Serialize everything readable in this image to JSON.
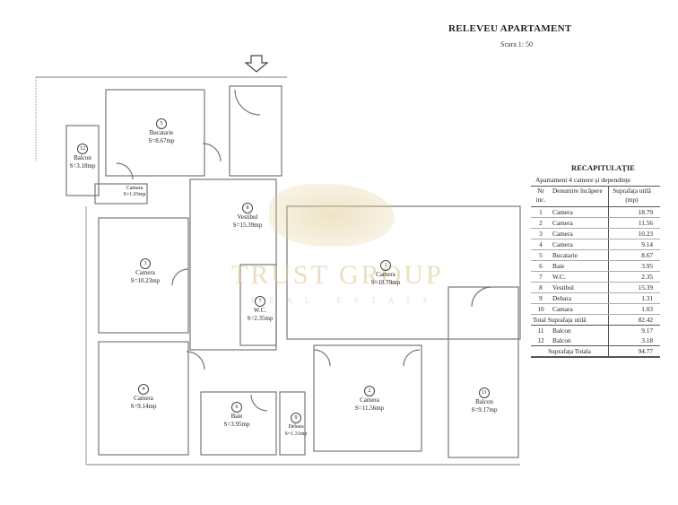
{
  "header": {
    "title": "RELEVEU APARTAMENT",
    "scale": "Scara 1: 50"
  },
  "watermark": {
    "text": "TRUST GROUP",
    "subtext": "REAL ESTATE",
    "color": "#d8c48c"
  },
  "plan": {
    "entrance_icon": "arrow-down-icon",
    "rooms": [
      {
        "num": "1",
        "name": "Camera",
        "area": "S=18.79mp"
      },
      {
        "num": "2",
        "name": "Camera",
        "area": "S=11.56mp"
      },
      {
        "num": "3",
        "name": "Camera",
        "area": "S=10.23mp"
      },
      {
        "num": "4",
        "name": "Camera",
        "area": "S=9.14mp"
      },
      {
        "num": "5",
        "name": "Bucatarie",
        "area": "S=8.67mp"
      },
      {
        "num": "6",
        "name": "Baie",
        "area": "S=3.95mp"
      },
      {
        "num": "7",
        "name": "W.C.",
        "area": "S=2.35mp"
      },
      {
        "num": "8",
        "name": "Vestibul",
        "area": "S=15.39mp"
      },
      {
        "num": "9",
        "name": "Debara",
        "area": "S=1.31mp"
      },
      {
        "num": "10",
        "name": "Camara",
        "area": "S=1.03mp"
      },
      {
        "num": "11",
        "name": "Balcon",
        "area": "S=9.17mp"
      },
      {
        "num": "12",
        "name": "Balcon",
        "area": "S=3.18mp"
      }
    ]
  },
  "recap": {
    "title": "RECAPITULAȚIE",
    "subtitle": "Apartament 4 camere și dependințe",
    "headers": {
      "nr": "Nr inc.",
      "name": "Denumire încăpere",
      "area": "Suprafața utilă (mp)"
    },
    "rows": [
      {
        "nr": "1",
        "name": "Camera",
        "area": "18.79"
      },
      {
        "nr": "2",
        "name": "Camera",
        "area": "11.56"
      },
      {
        "nr": "3",
        "name": "Camera",
        "area": "10.23"
      },
      {
        "nr": "4",
        "name": "Camera",
        "area": "9.14"
      },
      {
        "nr": "5",
        "name": "Bucatarie",
        "area": "8.67"
      },
      {
        "nr": "6",
        "name": "Baie",
        "area": "3.95"
      },
      {
        "nr": "7",
        "name": "W.C.",
        "area": "2.35"
      },
      {
        "nr": "8",
        "name": "Vestibul",
        "area": "15.39"
      },
      {
        "nr": "9",
        "name": "Debara",
        "area": "1.31"
      },
      {
        "nr": "10",
        "name": "Camara",
        "area": "1.03"
      }
    ],
    "total_util": {
      "label": "Total Suprafața utilă",
      "area": "82.42"
    },
    "balconies": [
      {
        "nr": "11",
        "name": "Balcon",
        "area": "9.17"
      },
      {
        "nr": "12",
        "name": "Balcon",
        "area": "3.18"
      }
    ],
    "total": {
      "label": "Suprafața Totala",
      "area": "94.77"
    }
  }
}
